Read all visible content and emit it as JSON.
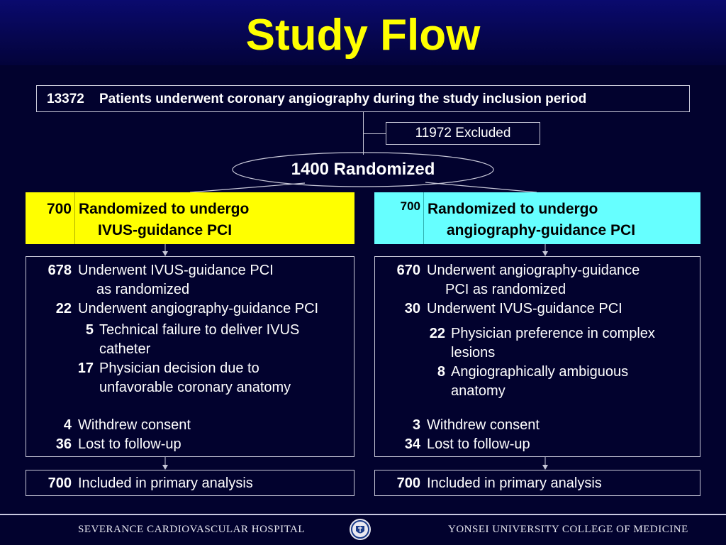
{
  "title": "Study Flow",
  "screened": {
    "count": "13372",
    "text": "Patients underwent coronary angiography during the study inclusion period"
  },
  "excluded": "11972 Excluded",
  "randomized": "1400 Randomized",
  "arms": {
    "ivus": {
      "count": "700",
      "line1": "Randomized to undergo",
      "line2": "IVUS-guidance PCI",
      "color": "#ffff00",
      "allocation": {
        "a_count": "678",
        "a_line1": "Underwent IVUS-guidance PCI",
        "a_line2": "as randomized",
        "b_count": "22",
        "b_line1": "Underwent angiography-guidance PCI",
        "sub1_count": "5",
        "sub1_line1": "Technical failure to deliver IVUS",
        "sub1_line2": "catheter",
        "sub2_count": "17",
        "sub2_line1": "Physician decision due to",
        "sub2_line2": "unfavorable coronary anatomy",
        "withdrew_count": "4",
        "withdrew_text": "Withdrew consent",
        "lost_count": "36",
        "lost_text": "Lost to follow-up"
      },
      "analysis": {
        "count": "700",
        "text": "Included in primary analysis"
      }
    },
    "angio": {
      "count": "700",
      "line1": "Randomized to undergo",
      "line2": "angiography-guidance PCI",
      "color": "#66ffff",
      "allocation": {
        "a_count": "670",
        "a_line1": "Underwent angiography-guidance",
        "a_line2": "PCI as randomized",
        "b_count": "30",
        "b_line1": "Underwent IVUS-guidance PCI",
        "sub1_count": "22",
        "sub1_line1": "Physician preference in complex",
        "sub1_line2": "lesions",
        "sub2_count": "8",
        "sub2_line1": "Angiographically ambiguous",
        "sub2_line2": "anatomy",
        "withdrew_count": "3",
        "withdrew_text": "Withdrew consent",
        "lost_count": "34",
        "lost_text": "Lost to follow-up"
      },
      "analysis": {
        "count": "700",
        "text": "Included in primary analysis"
      }
    }
  },
  "footer": {
    "left": "SEVERANCE CARDIOVASCULAR HOSPITAL",
    "right": "YONSEI UNIVERSITY COLLEGE OF MEDICINE",
    "logo_icon": "university-seal-icon"
  }
}
